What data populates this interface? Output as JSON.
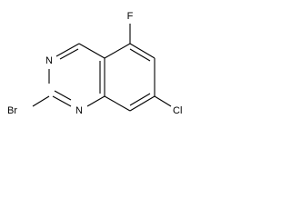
{
  "molecule": {
    "atoms": {
      "fluorine": "F",
      "n3": "N",
      "n1": "N",
      "bromine": "Br",
      "chlorine": "Cl"
    },
    "colors": {
      "bond": "#000000",
      "label": "#000000",
      "background": "#ffffff"
    }
  }
}
